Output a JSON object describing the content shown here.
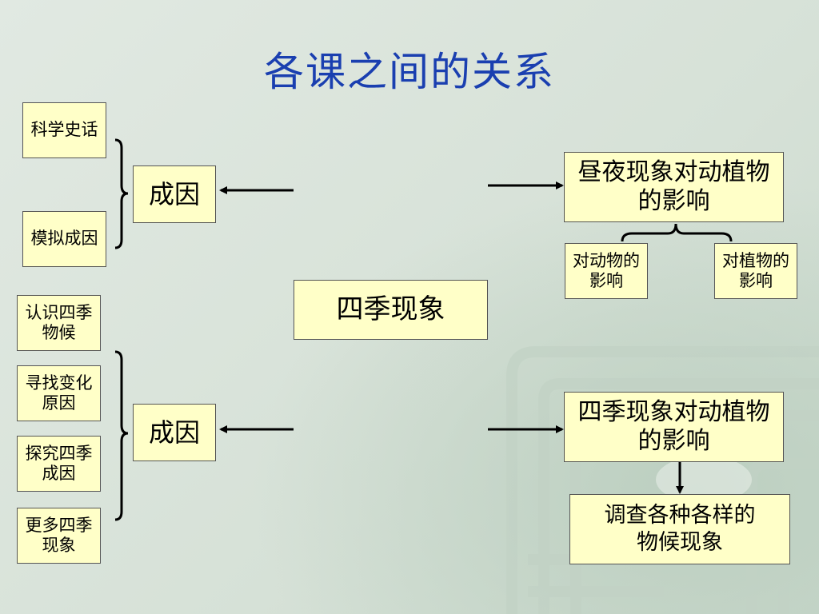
{
  "title": "各课之间的关系",
  "center": "四季现象",
  "left_top": {
    "items": [
      "科学史话",
      "模拟成因"
    ],
    "target": "成因"
  },
  "left_bottom": {
    "items": [
      "认识四季物候",
      "寻找变化原因",
      "探究四季成因",
      "更多四季现象"
    ],
    "target": "成因"
  },
  "right_top": {
    "main": "昼夜现象对动植物的影响",
    "sub": [
      "对动物的影响",
      "对植物的影响"
    ]
  },
  "right_bottom": {
    "main": "四季现象对动植物的影响",
    "sub": "调查各种各样的物候现象"
  },
  "colors": {
    "title": "#1a3fb0",
    "box_fill": "#ffffc8",
    "background": "#d9e3da"
  }
}
